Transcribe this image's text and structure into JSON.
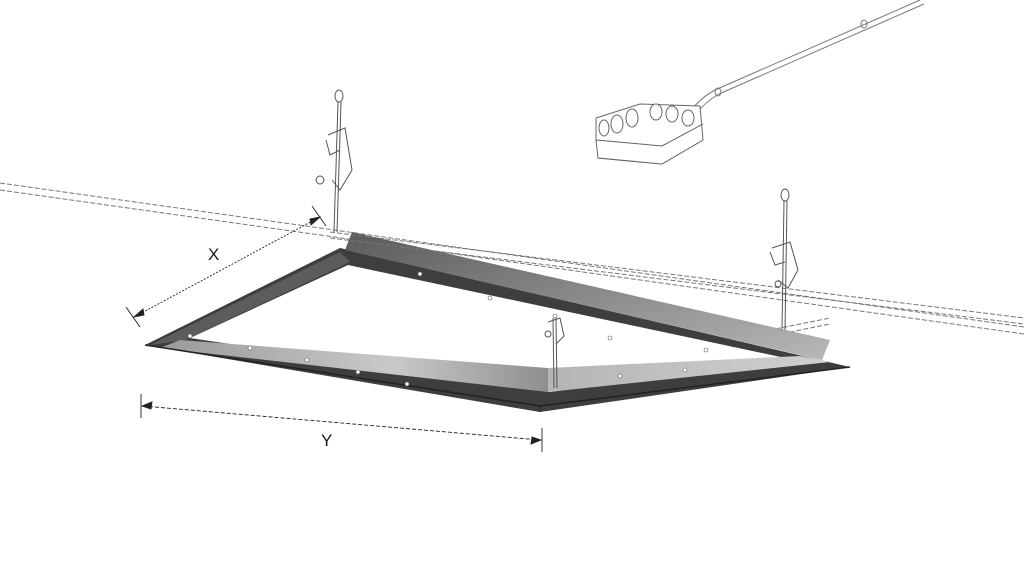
{
  "diagram": {
    "type": "technical-installation-drawing",
    "subject": "suspended ceiling frame with hangers",
    "dimensions": {
      "x": {
        "label": "X"
      },
      "y": {
        "label": "Y"
      }
    },
    "components": [
      {
        "id": "frame",
        "name": "rectangular-frame"
      },
      {
        "id": "hanger-left",
        "name": "suspension-hanger"
      },
      {
        "id": "hanger-right",
        "name": "suspension-hanger"
      },
      {
        "id": "hanger-center",
        "name": "suspension-hanger"
      },
      {
        "id": "rail-front",
        "name": "ceiling-rail"
      },
      {
        "id": "rail-back",
        "name": "ceiling-rail"
      },
      {
        "id": "junction-box",
        "name": "junction-box"
      },
      {
        "id": "cable",
        "name": "power-cable"
      }
    ],
    "colors": {
      "background": "#ffffff",
      "frame_dark": "#4a4a4a",
      "frame_mid": "#8c8c8c",
      "frame_light": "#c8c8c8",
      "line": "#555555"
    }
  }
}
